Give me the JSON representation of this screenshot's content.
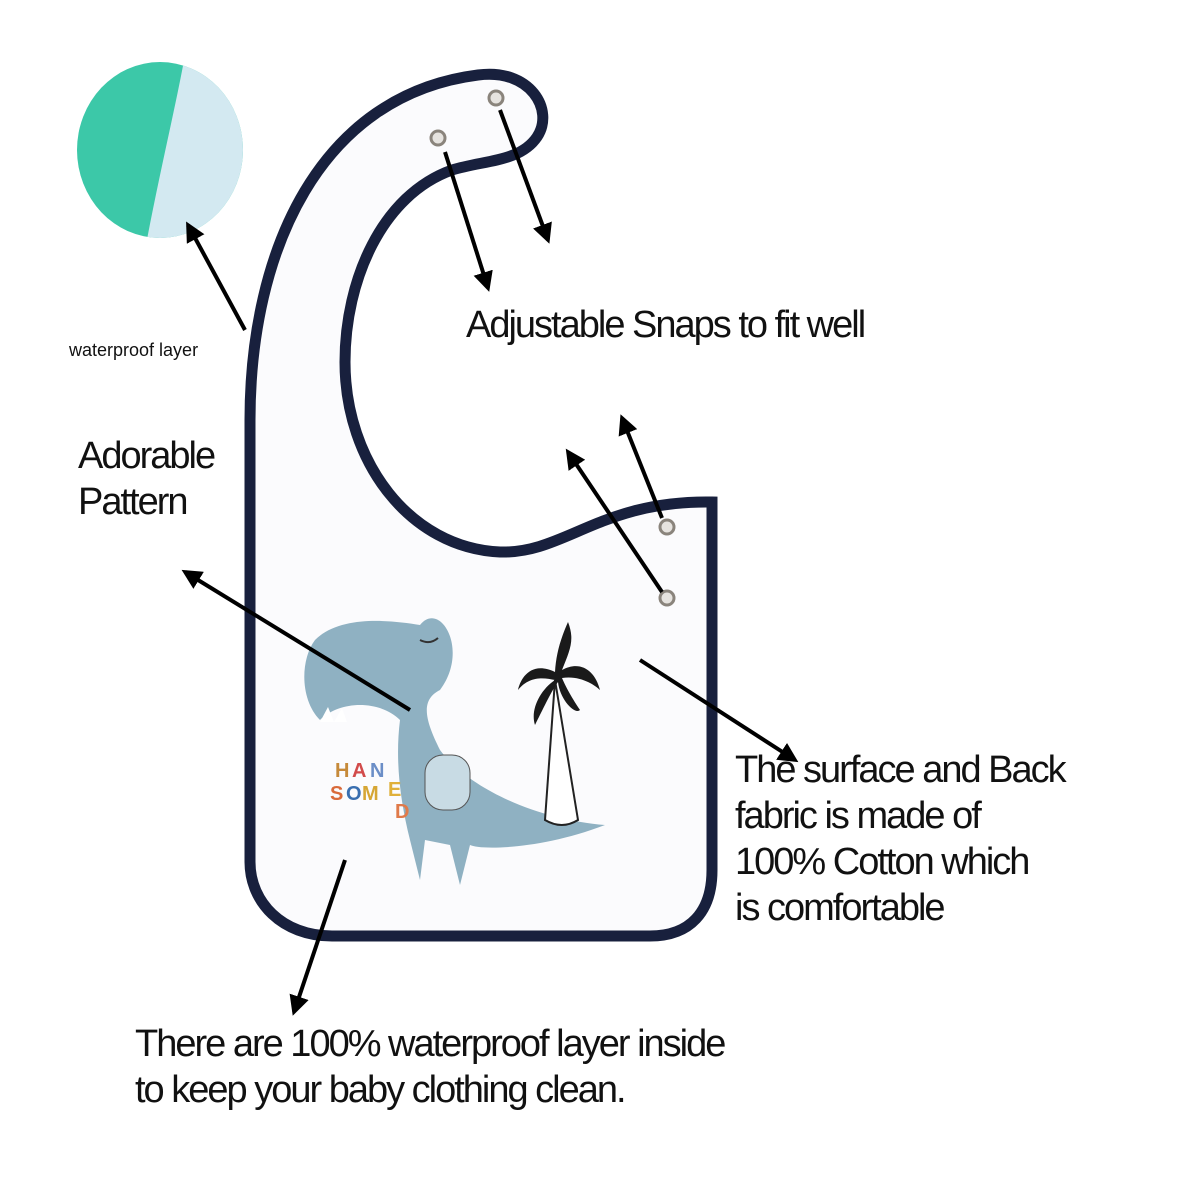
{
  "swatch": {
    "label": "waterproof layer",
    "colors": {
      "outer": "#3cc8a8",
      "inner": "#d3e9f1"
    }
  },
  "labels": {
    "snaps": "Adjustable Snaps to fit well",
    "pattern": [
      "Adorable",
      "Pattern"
    ],
    "fabric": [
      "The surface and Back",
      "fabric is made of",
      "100% Cotton which",
      "is comfortable"
    ],
    "waterproof": [
      "There are 100% waterproof layer inside",
      "to keep your baby clothing  clean."
    ]
  },
  "print": {
    "word_line1": [
      "H",
      "A",
      "N"
    ],
    "word_line2": [
      "S",
      "O",
      "M",
      "D",
      "E"
    ]
  },
  "colors": {
    "trim": "#18203d",
    "dino": "#8fb1c2",
    "arrow": "#000000"
  }
}
